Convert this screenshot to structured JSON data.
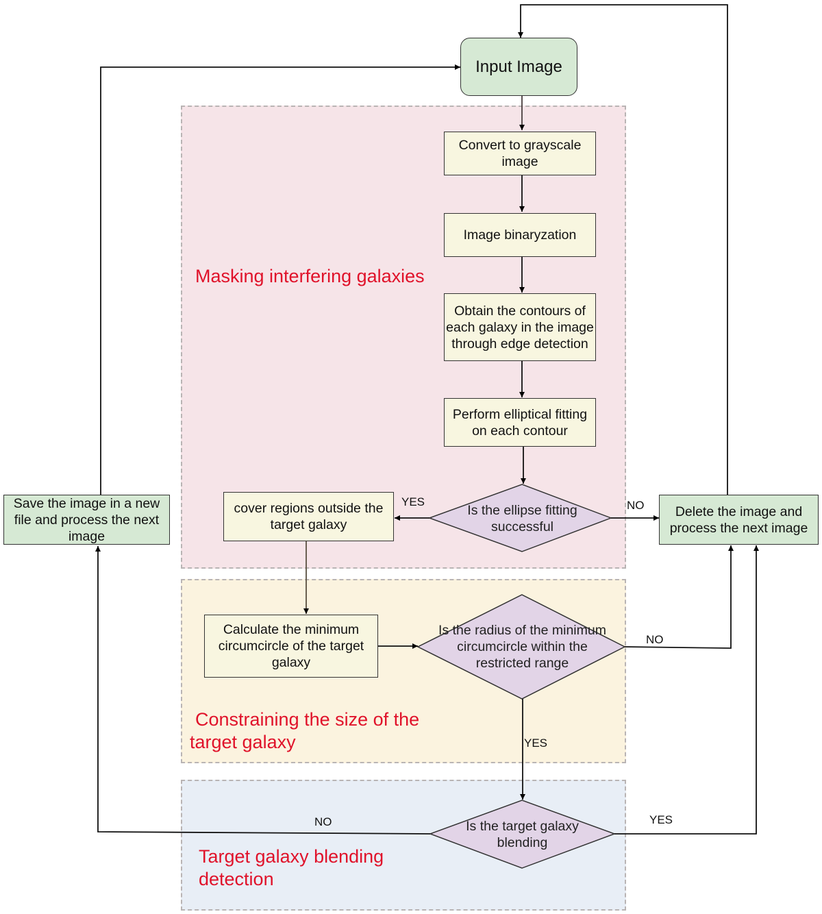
{
  "regions": {
    "masking": "Masking interfering galaxies",
    "constraining_line1": "Constraining the size of the",
    "constraining_line2": "target galaxy",
    "blending_line1": "Target galaxy blending",
    "blending_line2": "detection"
  },
  "nodes": {
    "input": "Input Image",
    "grayscale": "Convert to grayscale image",
    "binarize": "Image binaryzation",
    "contours": "Obtain the contours of each galaxy in the image through edge detection",
    "ellipse_fit": "Perform elliptical fitting on each contour",
    "ellipse_decision": "Is the ellipse fitting successful",
    "cover": "cover regions outside the target galaxy",
    "circumcircle": "Calculate the minimum circumcircle of the target galaxy",
    "radius_decision": "Is the radius of the minimum circumcircle within the restricted range",
    "blend_decision": "Is the target galaxy blending",
    "save": "Save the image in a new file and process the next image",
    "delete": "Delete the image and process the next image"
  },
  "edge_labels": {
    "ellipse_yes": "YES",
    "ellipse_no": "NO",
    "radius_no": "NO",
    "radius_yes": "YES",
    "blend_no": "NO",
    "blend_yes": "YES"
  },
  "colors": {
    "mask_region": "#f6e4e8",
    "size_region": "#fbf3df",
    "blend_region": "#e8eef6",
    "process_fill": "#f8f6e0",
    "terminal_fill": "#d6e9d4",
    "decision_fill": "#e2d4e7",
    "region_label": "#e0122a"
  }
}
